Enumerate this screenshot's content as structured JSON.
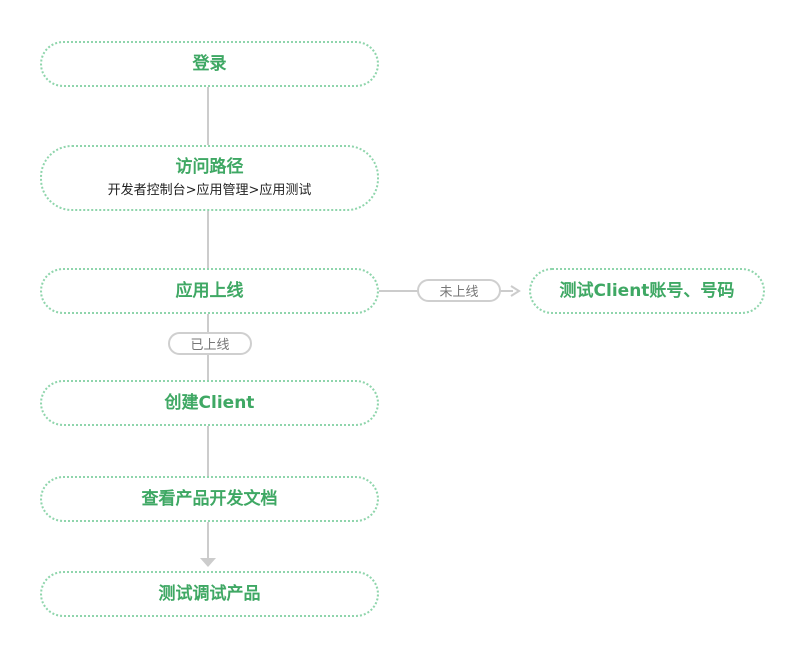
{
  "nodes": {
    "login": {
      "title": "登录"
    },
    "access_path": {
      "title": "访问路径",
      "subtitle": "开发者控制台>应用管理>应用测试"
    },
    "app_online": {
      "title": "应用上线"
    },
    "create_client": {
      "title": "创建Client"
    },
    "view_docs": {
      "title": "查看产品开发文档"
    },
    "test_debug": {
      "title": "测试调试产品"
    },
    "test_account": {
      "title": "测试Client账号、号码"
    }
  },
  "edge_labels": {
    "not_online": "未上线",
    "already_online": "已上线"
  },
  "colors": {
    "node_text": "#3fa864",
    "node_border": "#8fd5ac",
    "connector": "#cccccc",
    "label_text": "#777777"
  }
}
